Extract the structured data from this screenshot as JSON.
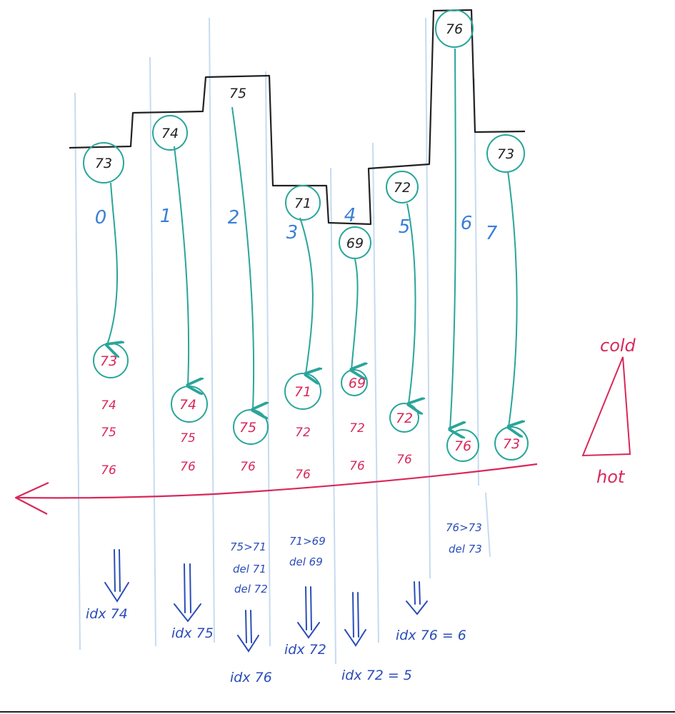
{
  "colors": {
    "outline": "#222222",
    "teal": "#2aa59a",
    "index_blue": "#3a7fd6",
    "stack_pink": "#d8285a",
    "note_blue": "#2b4db8",
    "guide": "#c7dbf0"
  },
  "bars": [
    {
      "index": "0",
      "temp": "73",
      "stack": [
        "73",
        "74",
        "75",
        "76"
      ]
    },
    {
      "index": "1",
      "temp": "74",
      "stack": [
        "74",
        "75",
        "76"
      ]
    },
    {
      "index": "2",
      "temp": "75",
      "stack": [
        "75",
        "76"
      ]
    },
    {
      "index": "3",
      "temp": "71",
      "stack": [
        "71",
        "72",
        "76"
      ]
    },
    {
      "index": "4",
      "temp": "69",
      "stack": [
        "69",
        "72",
        "76"
      ]
    },
    {
      "index": "5",
      "temp": "72",
      "stack": [
        "72",
        "76"
      ]
    },
    {
      "index": "6",
      "temp": "76",
      "stack": [
        "76"
      ]
    },
    {
      "index": "7",
      "temp": "73",
      "stack": [
        "73"
      ]
    }
  ],
  "notes": {
    "col2": [
      "75>71",
      "del 71",
      "del 72"
    ],
    "col3": [
      "71>69",
      "del 69"
    ],
    "col6": [
      "76>73",
      "del 73"
    ]
  },
  "results": [
    "idx 74",
    "idx 75",
    "idx 76",
    "idx 72",
    "idx 72 = 5",
    "idx 76 = 6"
  ],
  "legend": {
    "top": "cold",
    "bottom": "hot"
  }
}
